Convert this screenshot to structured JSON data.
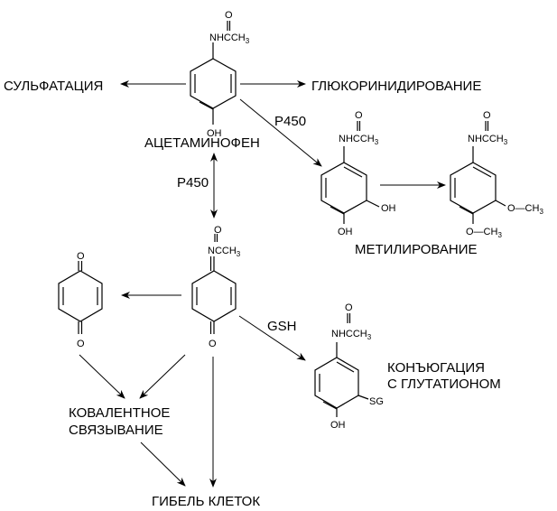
{
  "labels": {
    "sulfation": "СУЛЬФАТАЦИЯ",
    "glucuronidation": "ГЛЮКОРИНИДИРОВАНИЕ",
    "acetaminophen": "АЦЕТАМИНОФЕН",
    "p450_a": "P450",
    "p450_b": "P450",
    "methylation": "МЕТИЛИРОВАНИЕ",
    "gsh": "GSH",
    "conjugation_line1": "КОНЪЮГАЦИЯ",
    "conjugation_line2": "С ГЛУТАТИОНОМ",
    "covalent_line1": "КОВАЛЕНТНОЕ",
    "covalent_line2": "СВЯЗЫВАНИЕ",
    "cell_death": "ГИБЕЛЬ КЛЕТОК"
  },
  "chem": {
    "o": "O",
    "nh": "NH",
    "c": "C",
    "ch": "CH",
    "sub3": "3",
    "oh": "OH",
    "n": "N",
    "sg": "SG",
    "och3": "O—CH",
    "o_ch3_prefix": "O—CH"
  }
}
